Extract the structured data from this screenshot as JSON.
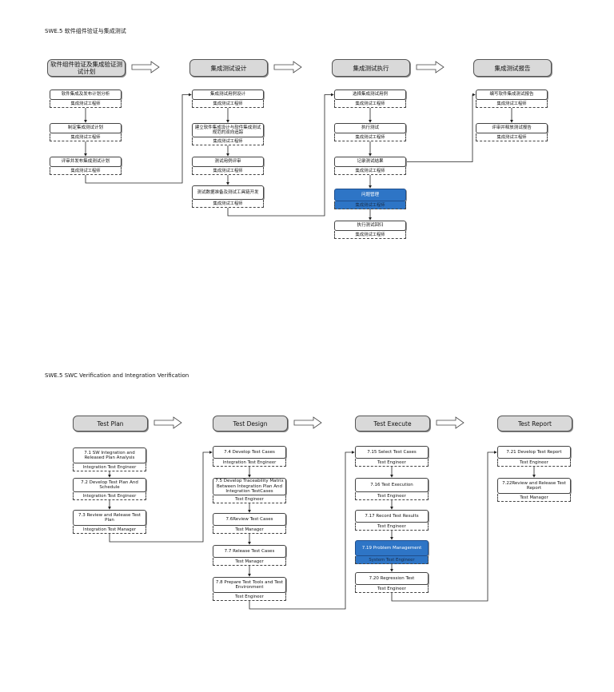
{
  "cn": {
    "title": "SWE.5 软件组件验证与集成测试",
    "phases": [
      "软件组件验证及集成验证测试计划",
      "集成测试设计",
      "集成测试执行",
      "集成测试报告"
    ],
    "col1": [
      {
        "step": "软件集成及发布计划分析",
        "role": "集成测试工程师"
      },
      {
        "step": "制定集成测试计划",
        "role": "集成测试工程师"
      },
      {
        "step": "评审并发布集成测试计划",
        "role": "集成测试工程师"
      }
    ],
    "col2": [
      {
        "step": "集成测试用例设计",
        "role": "集成测试工程师"
      },
      {
        "step": "建立软件集成设计与软件集成测试规范的双向追踪",
        "role": "集成测试工程师"
      },
      {
        "step": "测试用例评审",
        "role": "集成测试工程师"
      },
      {
        "step": "测试数据准备及测试工具链开发",
        "role": "集成测试工程师"
      }
    ],
    "col3": [
      {
        "step": "选择集成测试用例",
        "role": "集成测试工程师"
      },
      {
        "step": "执行测试",
        "role": "集成测试工程师"
      },
      {
        "step": "记录测试结果",
        "role": "集成测试工程师"
      },
      {
        "step": "问题管理",
        "role": "集成测试工程师"
      },
      {
        "step": "执行测试回归",
        "role": "集成测试工程师"
      }
    ],
    "col4": [
      {
        "step": "编写软件集成测试报告",
        "role": "集成测试工程师"
      },
      {
        "step": "评审并释放测试报告",
        "role": "集成测试工程师"
      }
    ]
  },
  "en": {
    "title": "SWE.5 SWC Verification and Integration Verification",
    "phases": [
      "Test Plan",
      "Test Design",
      "Test Execute",
      "Test Report"
    ],
    "col1": [
      {
        "step": "7.1 SW Integration and Released Plan Analysis",
        "role": "Integration Test  Engineer"
      },
      {
        "step": "7.2 Develop Test Plan And Schedule",
        "role": "Integration Test  Engineer"
      },
      {
        "step": "7.3 Review and Release Test Plan",
        "role": "Integration Test Manager"
      }
    ],
    "col2": [
      {
        "step": "7.4 Develop Test Cases",
        "role": "Integration Test Engineer"
      },
      {
        "step": "7.5 Develop Traceability Matrix Between Integration Plan And Integration TestCases",
        "role": "Test Engineer"
      },
      {
        "step": "7.6Review Test Cases",
        "role": "Test Manager"
      },
      {
        "step": "7.7 Release Test Cases",
        "role": "Test Manager"
      },
      {
        "step": "7.8 Prepare Test Tools and Test  Environment",
        "role": "Test Engineer"
      }
    ],
    "col3": [
      {
        "step": "7.15 Select Test Cases",
        "role": "Test Engineer"
      },
      {
        "step": "7.16 Test Execution",
        "role": "Test Engineer"
      },
      {
        "step": "7.17 Record Test Results",
        "role": "Test Engineer"
      },
      {
        "step": "7.19 Problem Management",
        "role": "System Test Engineer"
      },
      {
        "step": "7.20 Regression Test",
        "role": "Test Engineer"
      }
    ],
    "col4": [
      {
        "step": "7.21 Develop Test Report",
        "role": "Test Engineer"
      },
      {
        "step": "7.22Review and Release Test Report",
        "role": "Test Manager"
      }
    ]
  },
  "colors": {
    "phase_fill": "#d9d9d9",
    "highlight": "#2e75c6",
    "line": "#222222"
  }
}
